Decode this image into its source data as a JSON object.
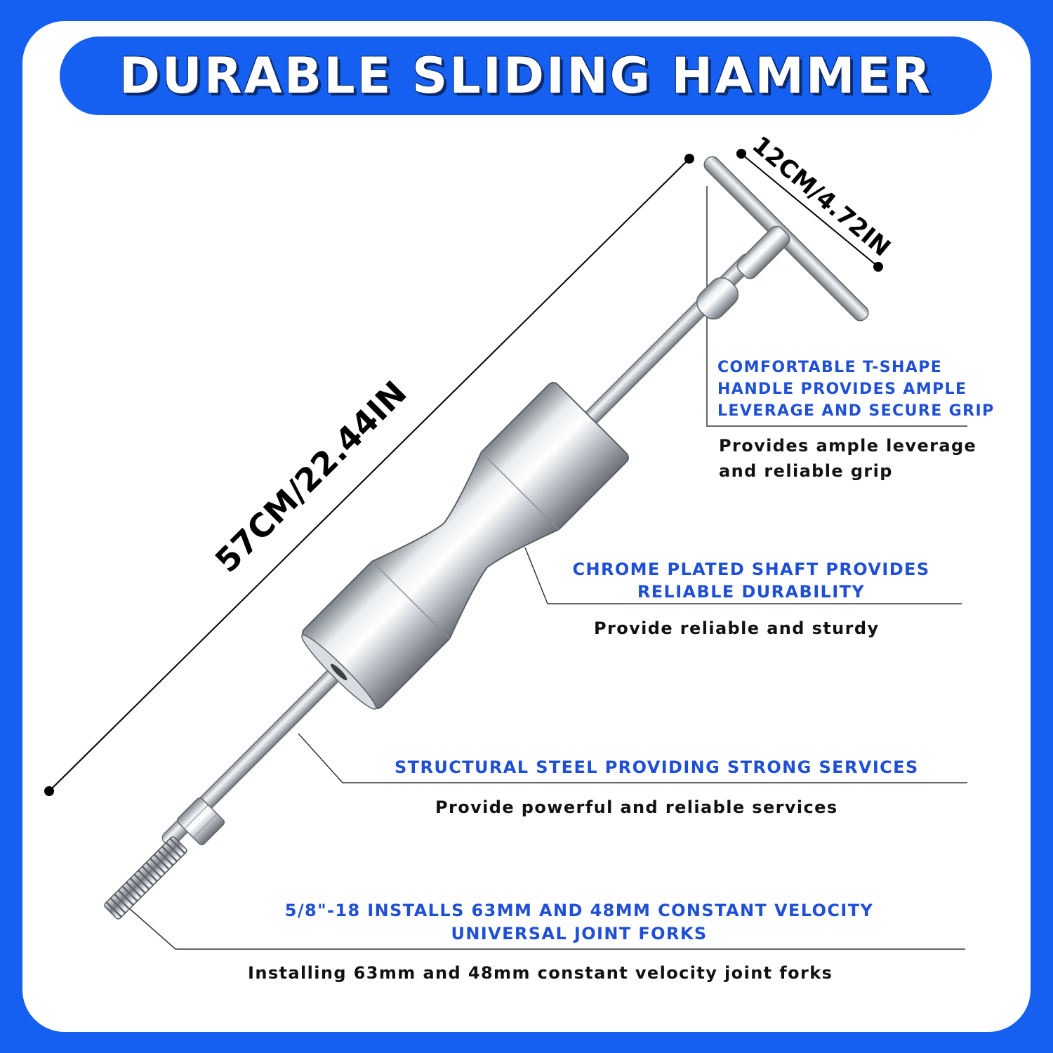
{
  "title": "DURABLE SLIDING HAMMER",
  "dimensions": {
    "length": "57CM/22.44IN",
    "handle_width": "12CM/4.72IN"
  },
  "features": [
    {
      "heading_lines": [
        "COMFORTABLE T-SHAPE",
        "HANDLE PROVIDES AMPLE",
        "LEVERAGE AND SECURE GRIP"
      ],
      "desc_lines": [
        "Provides ample leverage",
        "and reliable grip"
      ]
    },
    {
      "heading_lines": [
        "CHROME PLATED SHAFT PROVIDES",
        "RELIABLE DURABILITY"
      ],
      "desc_lines": [
        "Provide reliable and sturdy"
      ]
    },
    {
      "heading_lines": [
        "STRUCTURAL STEEL PROVIDING STRONG SERVICES"
      ],
      "desc_lines": [
        "Provide powerful and reliable services"
      ]
    },
    {
      "heading_lines": [
        "5/8\"-18 INSTALLS 63MM AND 48MM CONSTANT VELOCITY",
        "UNIVERSAL JOINT FORKS"
      ],
      "desc_lines": [
        "Installing 63mm and 48mm constant velocity joint forks"
      ]
    }
  ],
  "colors": {
    "brand_blue": "#1560f0",
    "heading_blue": "#1e4fd6",
    "text_black": "#111111"
  }
}
